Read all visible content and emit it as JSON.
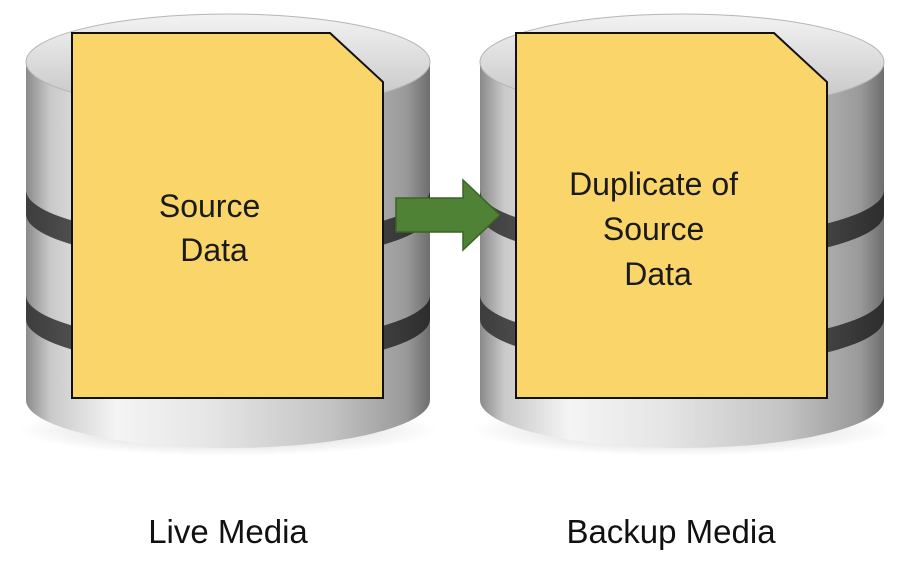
{
  "live": {
    "doc_lines": [
      "Source",
      "Data"
    ],
    "caption": "Live Media"
  },
  "backup": {
    "doc_lines": [
      "Duplicate of",
      "Source",
      "Data"
    ],
    "caption": "Backup Media"
  },
  "colors": {
    "document_fill": "#fad66a",
    "document_stroke": "#111111",
    "arrow_fill": "#4f8234",
    "arrow_stroke": "#3a6226",
    "cylinder_light": "#f2f2f2",
    "cylinder_mid": "#c6c6c6",
    "cylinder_dark": "#6e6e6e"
  }
}
